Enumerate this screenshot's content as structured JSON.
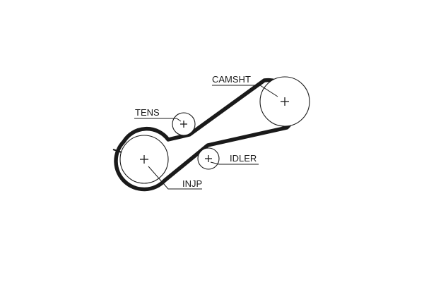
{
  "diagram": {
    "labels": {
      "camshaft": "CAMSHT",
      "tensioner": "TENS",
      "idler": "IDLER",
      "injection_pump": "INJP"
    },
    "colors": {
      "background": "#ffffff",
      "ink": "#1a1a1a"
    },
    "icons": {
      "pulley_center": "plus-crosshair"
    }
  }
}
